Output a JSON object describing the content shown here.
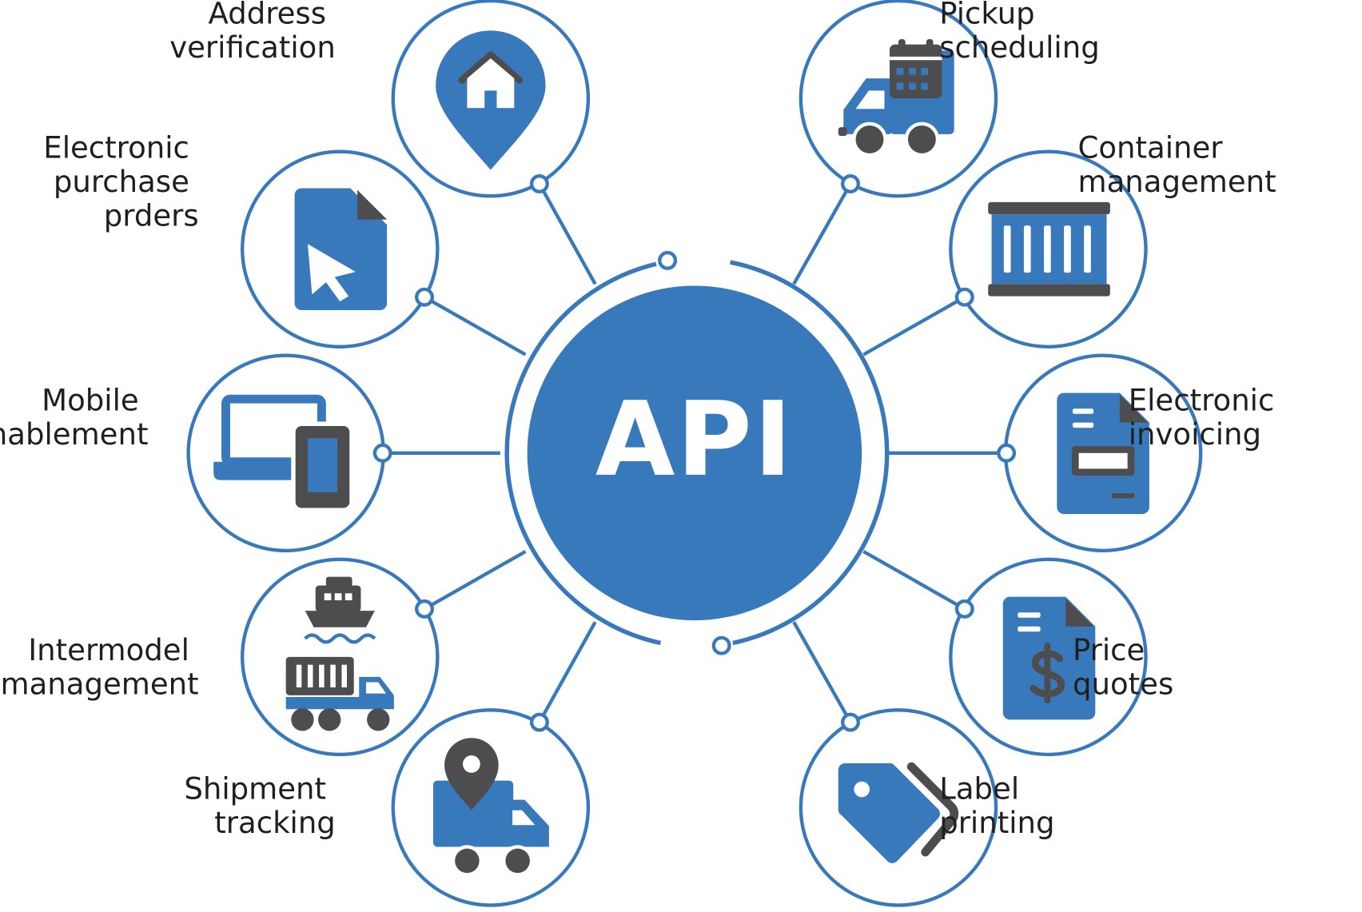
{
  "hub": {
    "label": "API"
  },
  "colors": {
    "blue": "#3879bb",
    "dark": "#4d4d4f",
    "white": "#ffffff"
  },
  "nodes": [
    {
      "id": "address-verification",
      "icon": "location-home-icon",
      "label": [
        "Address",
        "verification"
      ]
    },
    {
      "id": "electronic-purchase-orders",
      "icon": "document-cursor-icon",
      "label": [
        "Electronic",
        "purchase",
        "prders"
      ]
    },
    {
      "id": "mobile-enablement",
      "icon": "laptop-phone-icon",
      "label": [
        "Mobile",
        "enablement"
      ]
    },
    {
      "id": "intermodel-management",
      "icon": "ship-truck-icon",
      "label": [
        "Intermodel",
        "management"
      ]
    },
    {
      "id": "shipment-tracking",
      "icon": "tracking-truck-icon",
      "label": [
        "Shipment",
        "tracking"
      ]
    },
    {
      "id": "pickup-scheduling",
      "icon": "calendar-truck-icon",
      "label": [
        "Pickup",
        "scheduling"
      ]
    },
    {
      "id": "container-management",
      "icon": "shipping-container-icon",
      "label": [
        "Container",
        "management"
      ]
    },
    {
      "id": "electronic-invoicing",
      "icon": "invoice-document-icon",
      "label": [
        "Electronic",
        "invoicing"
      ]
    },
    {
      "id": "price-quotes",
      "icon": "price-document-icon",
      "label": [
        "Price",
        "quotes"
      ]
    },
    {
      "id": "label-printing",
      "icon": "price-tag-icon",
      "label": [
        "Label",
        "printing"
      ]
    }
  ]
}
